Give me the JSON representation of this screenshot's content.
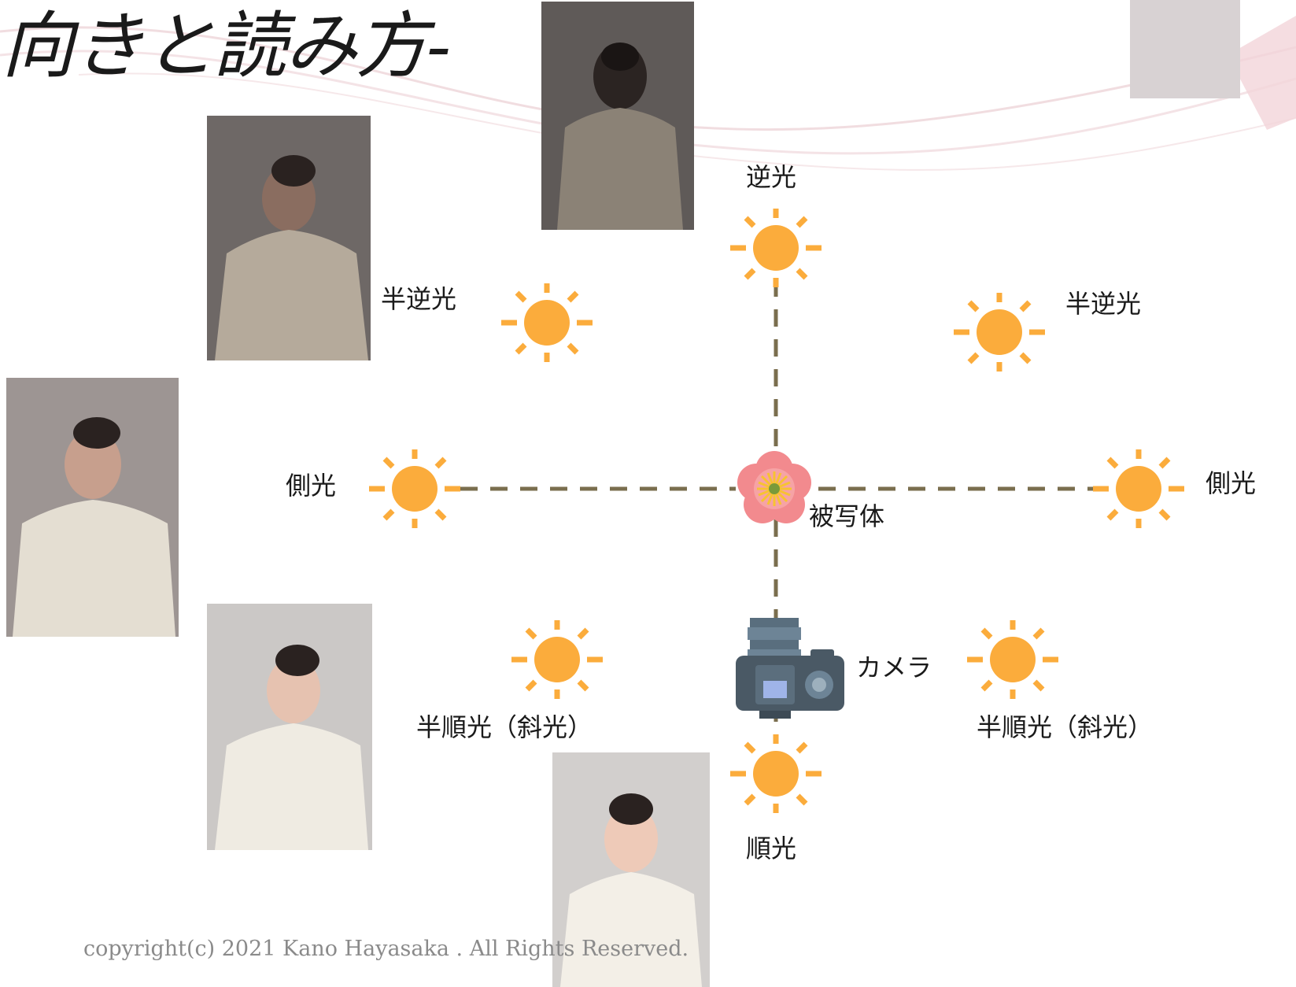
{
  "title": "向きと読み方-",
  "labels": {
    "backlight": "逆光",
    "half_backlight_left": "半逆光",
    "half_backlight_right": "半逆光",
    "sidelight_left": "側光",
    "sidelight_right": "側光",
    "subject": "被写体",
    "camera": "カメラ",
    "half_frontlight_left": "半順光（斜光）",
    "half_frontlight_right": "半順光（斜光）",
    "frontlight": "順光"
  },
  "copyright": "copyright(c) 2021 Kano Hayasaka . All Rights Reserved.",
  "colors": {
    "sun": "#fbac3c",
    "dashed_line": "#7a6e4e",
    "flower_petal": "#f28a8e",
    "flower_center": "#f7c331",
    "camera_body": "#4a5965",
    "camera_lens": "#6d8496"
  },
  "photos": [
    {
      "id": "backlight",
      "tone": "dark"
    },
    {
      "id": "half-backlight",
      "tone": "dim"
    },
    {
      "id": "sidelight",
      "tone": "medium"
    },
    {
      "id": "half-frontlight",
      "tone": "bright"
    },
    {
      "id": "frontlight",
      "tone": "bright"
    }
  ]
}
